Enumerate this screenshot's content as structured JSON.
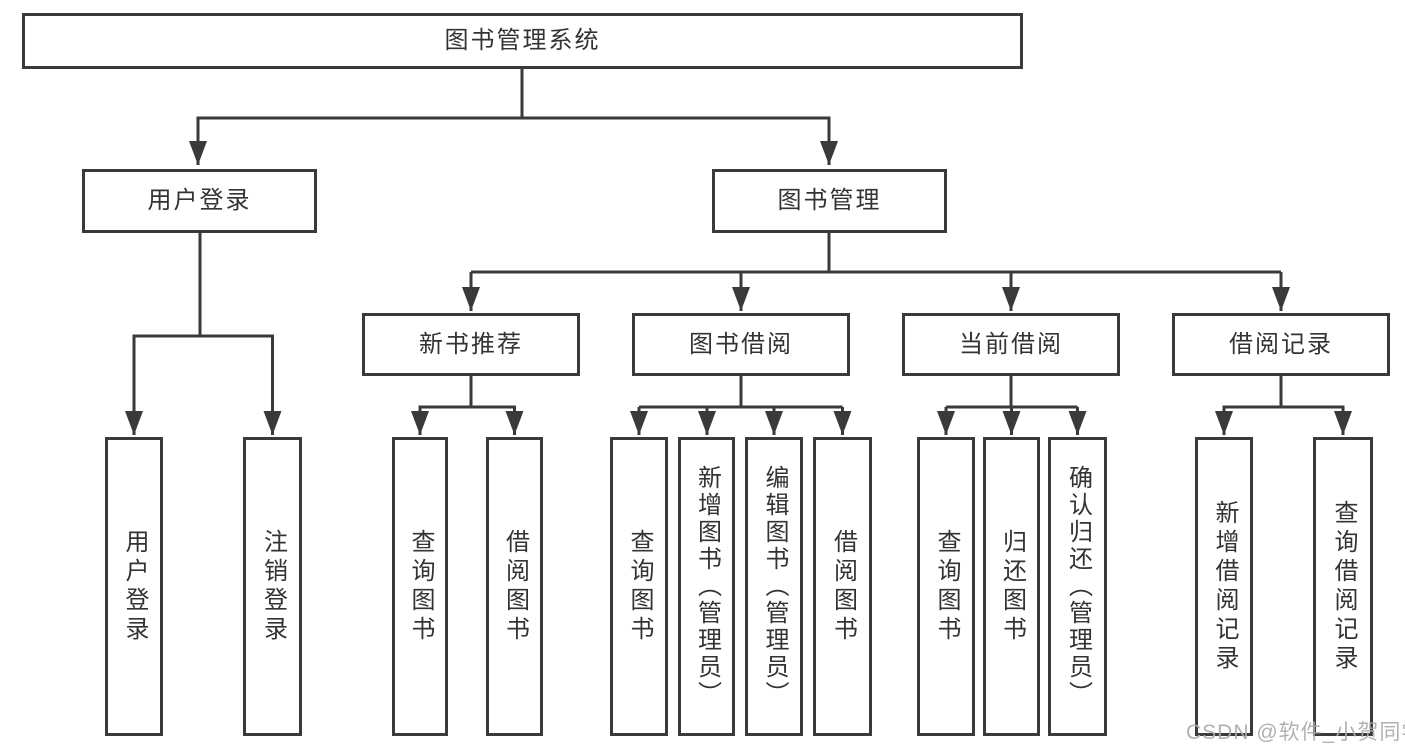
{
  "tree": {
    "root": {
      "label": "图书管理系统",
      "children": [
        {
          "label": "用户登录",
          "children": [
            {
              "label": "用户登录"
            },
            {
              "label": "注销登录"
            }
          ]
        },
        {
          "label": "图书管理",
          "children": [
            {
              "label": "新书推荐",
              "children": [
                {
                  "label": "查询图书"
                },
                {
                  "label": "借阅图书"
                }
              ]
            },
            {
              "label": "图书借阅",
              "children": [
                {
                  "label": "查询图书"
                },
                {
                  "label": "新增图书（管理员）"
                },
                {
                  "label": "编辑图书（管理员）"
                },
                {
                  "label": "借阅图书"
                }
              ]
            },
            {
              "label": "当前借阅",
              "children": [
                {
                  "label": "查询图书"
                },
                {
                  "label": "归还图书"
                },
                {
                  "label": "确认归还（管理员）"
                }
              ]
            },
            {
              "label": "借阅记录",
              "children": [
                {
                  "label": "新增借阅记录"
                },
                {
                  "label": "查询借阅记录"
                }
              ]
            }
          ]
        }
      ]
    }
  },
  "watermark": {
    "text": "CSDN @软件_小贺同学"
  },
  "colors": {
    "line": "#3a3a3a",
    "text": "#333333",
    "watermark": "#ababab",
    "background": "#ffffff"
  }
}
